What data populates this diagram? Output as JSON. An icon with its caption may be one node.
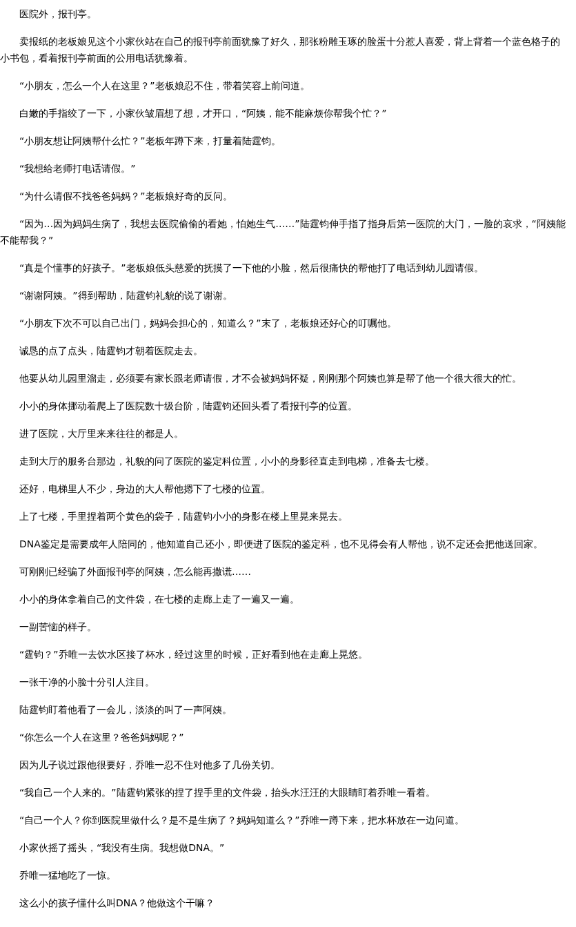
{
  "diagram": {
    "labels": [
      "医院外，报刊亭。",
      "卖报纸的老板娘见这个小家伙站在自己的报刊亭前面犹豫了好久，那张粉雕玉琢的脸蛋十分惹人喜爱，背上背着一个蓝色格子的小书包，看着报刊亭前面的公用电话犹豫着。",
      "“小朋友，怎么一个人在这里？”老板娘忍不住，带着笑容上前问道。",
      "白嫩的手指绞了一下，小家伙皱眉想了想，才开口，“阿姨，能不能麻烦你帮我个忙？”",
      "“小朋友想让阿姨帮什么忙？”老板年蹲下来，打量着陆霆钧。",
      "“我想给老师打电话请假。”",
      "“为什么请假不找爸爸妈妈？”老板娘好奇的反问。",
      "“因为…因为妈妈生病了，我想去医院偷偷的看她，怕她生气……”陆霆钧伸手指了指身后第一医院的大门，一脸的哀求，“阿姨能不能帮我？”",
      "“真是个懂事的好孩子。”老板娘低头慈爱的抚摸了一下他的小脸，然后很痛快的帮他打了电话到幼儿园请假。",
      "“谢谢阿姨。”得到帮助，陆霆钧礼貌的说了谢谢。",
      "“小朋友下次不可以自己出门，妈妈会担心的，知道么？”末了，老板娘还好心的叮嘱他。",
      "诚恳的点了点头，陆霆钧才朝着医院走去。",
      "他要从幼儿园里溜走，必须要有家长跟老师请假，才不会被妈妈怀疑，刚刚那个阿姨也算是帮了他一个很大很大的忙。",
      "小小的身体挪动着爬上了医院数十级台阶，陆霆钧还回头看了看报刊亭的位置。",
      "进了医院，大厅里来来往往的都是人。",
      "走到大厅的服务台那边，礼貌的问了医院的鉴定科位置，小小的身影径直走到电梯，准备去七楼。",
      "还好，电梯里人不少，身边的大人帮他摁下了七楼的位置。",
      "上了七楼，手里捏着两个黄色的袋子，陆霆钧小小的身影在楼上里晃来晃去。",
      "DNA鉴定是需要成年人陪同的，他知道自己还小，即便进了医院的鉴定科，也不见得会有人帮他，说不定还会把他送回家。",
      "可刚刚已经骗了外面报刊亭的阿姨，怎么能再撒谎……",
      "小小的身体拿着自己的文件袋，在七楼的走廊上走了一遍又一遍。",
      "一副苦恼的样子。",
      "“霆钧？”乔唯一去饮水区接了杯水，经过这里的时候，正好看到他在走廊上晃悠。",
      "一张干净的小脸十分引人注目。",
      "陆霆钧盯着他看了一会儿，淡淡的叫了一声阿姨。",
      "“你怎么一个人在这里？爸爸妈妈呢？”",
      "因为儿子说过跟他很要好，乔唯一忍不住对他多了几份关切。",
      "“我自己一个人来的。”陆霆钧紧张的捏了捏手里的文件袋，抬头水汪汪的大眼睛盯着乔唯一看着。",
      "“自己一个人？你到医院里做什么？是不是生病了？妈妈知道么？”乔唯一蹲下来，把水杯放在一边问道。",
      "小家伙摇了摇头，“我没有生病。我想做DNA。”",
      "乔唯一猛地吃了一惊。",
      "这么小的孩子懂什么叫DNA？他做这个干嘛？"
    ]
  }
}
